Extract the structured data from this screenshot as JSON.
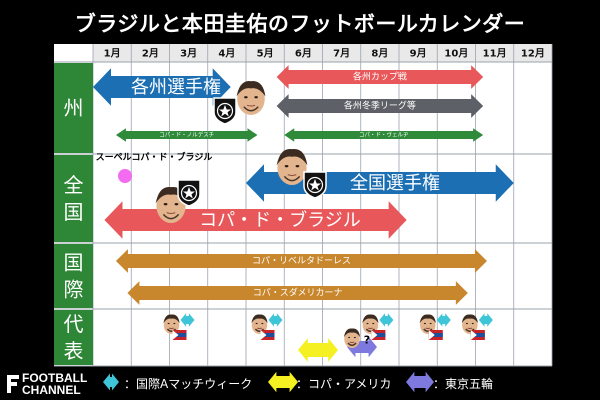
{
  "title": "ブラジルと本田圭佑のフットボールカレンダー",
  "months": [
    "1月",
    "2月",
    "3月",
    "4月",
    "5月",
    "6月",
    "7月",
    "8月",
    "9月",
    "10月",
    "11月",
    "12月"
  ],
  "categories": [
    {
      "label": "州"
    },
    {
      "label": "全\n国"
    },
    {
      "label": "国\n際"
    },
    {
      "label": "代\n表"
    }
  ],
  "colors": {
    "red": "#e8585a",
    "blue": "#1c6fb3",
    "gray": "#5d6066",
    "green": "#2f8a3a",
    "orange": "#c9872d",
    "cyan": "#3fc5d8",
    "yellow": "#f5f022",
    "purple": "#7e79de",
    "category_bg": "#2e8637"
  },
  "bars": [
    {
      "id": "kakushu-senshuken",
      "label": "各州選手権",
      "start": 1.0,
      "end": 4.6,
      "color": "blue",
      "size": "big"
    },
    {
      "id": "kakushu-cup",
      "label": "各州カップ戦",
      "start": 5.8,
      "end": 11.2,
      "color": "red",
      "size": "small"
    },
    {
      "id": "kakushu-touki-league",
      "label": "各州冬季リーグ等",
      "start": 5.8,
      "end": 11.2,
      "color": "gray",
      "size": "small"
    },
    {
      "id": "copa-nordeste",
      "label": "コパ・ド・ノルデスチ",
      "start": 1.6,
      "end": 5.3,
      "color": "green",
      "size": "tiny"
    },
    {
      "id": "copa-verde",
      "label": "コパ・ド・ヴェルヂ",
      "start": 6.0,
      "end": 11.2,
      "color": "green",
      "size": "tiny"
    },
    {
      "id": "zenkoku-senshuken",
      "label": "全国選手権",
      "start": 5.0,
      "end": 12.0,
      "color": "blue",
      "size": "big"
    },
    {
      "id": "copa-do-brasil",
      "label": "コパ・ド・ブラジル",
      "start": 1.3,
      "end": 9.2,
      "color": "red",
      "size": "big"
    },
    {
      "id": "libertadores",
      "label": "コパ・リベルタドーレス",
      "start": 1.6,
      "end": 11.3,
      "color": "orange",
      "size": "small"
    },
    {
      "id": "sudamericana",
      "label": "コパ・スダメリカーナ",
      "start": 1.9,
      "end": 10.8,
      "color": "orange",
      "size": "small"
    }
  ],
  "supercopa_label": "スーペルコパ・ド・ブラジル",
  "question_mark": "?",
  "legend": [
    {
      "color": "cyan",
      "text": "：国際Aマッチウィーク"
    },
    {
      "color": "yellow",
      "text": "：コパ・アメリカ"
    },
    {
      "color": "purple",
      "text": "：東京五輪"
    }
  ],
  "footer": {
    "line1": "FOOTBALL",
    "line2": "CHANNEL"
  }
}
